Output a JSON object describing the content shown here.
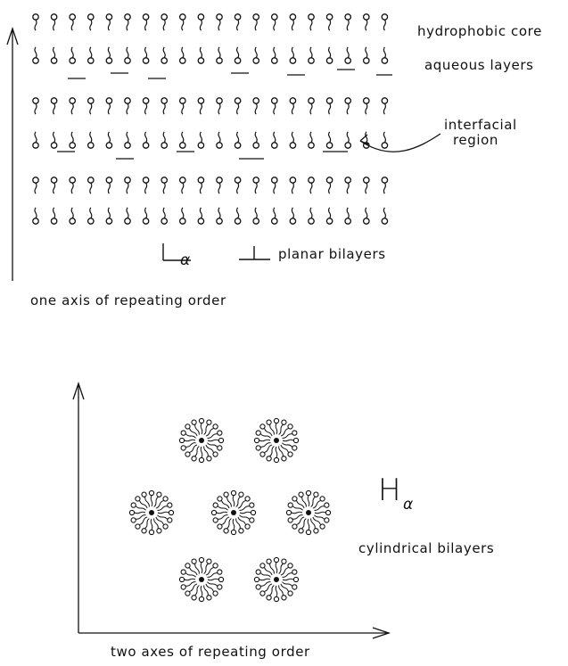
{
  "lamellar": {
    "label_hydrophobic_core": "hydrophobic core",
    "label_aqueous_layers": "aqueous layers",
    "label_interfacial_region": "interfacial region",
    "label_interfacial_line1": "interfacial",
    "label_interfacial_line2": "region",
    "phase_symbol_main": "L",
    "phase_symbol_sub": "α",
    "label_planar_bilayers": "planar bilayers",
    "axis_caption": "one axis of repeating order"
  },
  "hexagonal": {
    "phase_symbol_main": "H",
    "phase_symbol_sub": "α",
    "label_cylindrical_bilayers": "cylindrical bilayers",
    "axis_caption": "two axes of repeating order"
  },
  "colors": {
    "ink": "#111111",
    "background": "#ffffff"
  }
}
